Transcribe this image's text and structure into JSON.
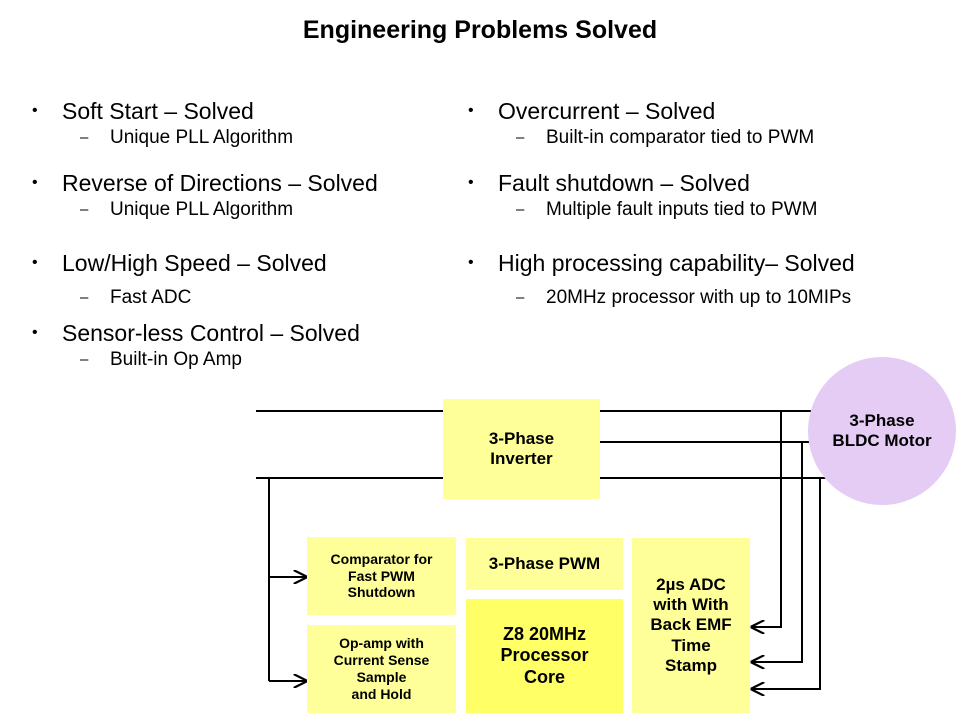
{
  "slide": {
    "title": "Engineering Problems Solved"
  },
  "left_items": [
    {
      "head": "Soft Start – Solved",
      "sub": "Unique PLL Algorithm"
    },
    {
      "head": "Reverse of Directions – Solved",
      "sub": "Unique PLL Algorithm"
    },
    {
      "head": "Low/High Speed – Solved",
      "sub": "Fast ADC"
    },
    {
      "head": "Sensor-less Control – Solved",
      "sub": "Built-in Op Amp"
    }
  ],
  "right_items": [
    {
      "head": "Overcurrent – Solved",
      "sub": "Built-in comparator tied to PWM"
    },
    {
      "head": "Fault shutdown – Solved",
      "sub": "Multiple fault inputs tied to PWM"
    },
    {
      "head": "High processing capability– Solved",
      "sub": "20MHz processor with up to 10MIPs"
    }
  ],
  "symbols": {
    "bullet": "•",
    "dash": "–"
  },
  "diagram": {
    "inverter": "3-Phase\nInverter",
    "motor": "3-Phase\nBLDC Motor",
    "comparator": "Comparator for\nFast PWM\nShutdown",
    "opamp": "Op-amp with\nCurrent Sense\nSample\nand Hold",
    "pwm": "3-Phase PWM",
    "core": "Z8 20MHz\nProcessor\nCore",
    "adc": "2µs ADC\nwith With\nBack EMF\nTime\nStamp"
  },
  "colors": {
    "box_fill": "#ffff99",
    "core_fill": "#ffff66",
    "motor_fill": "#e4ccf5",
    "line": "#000000"
  }
}
